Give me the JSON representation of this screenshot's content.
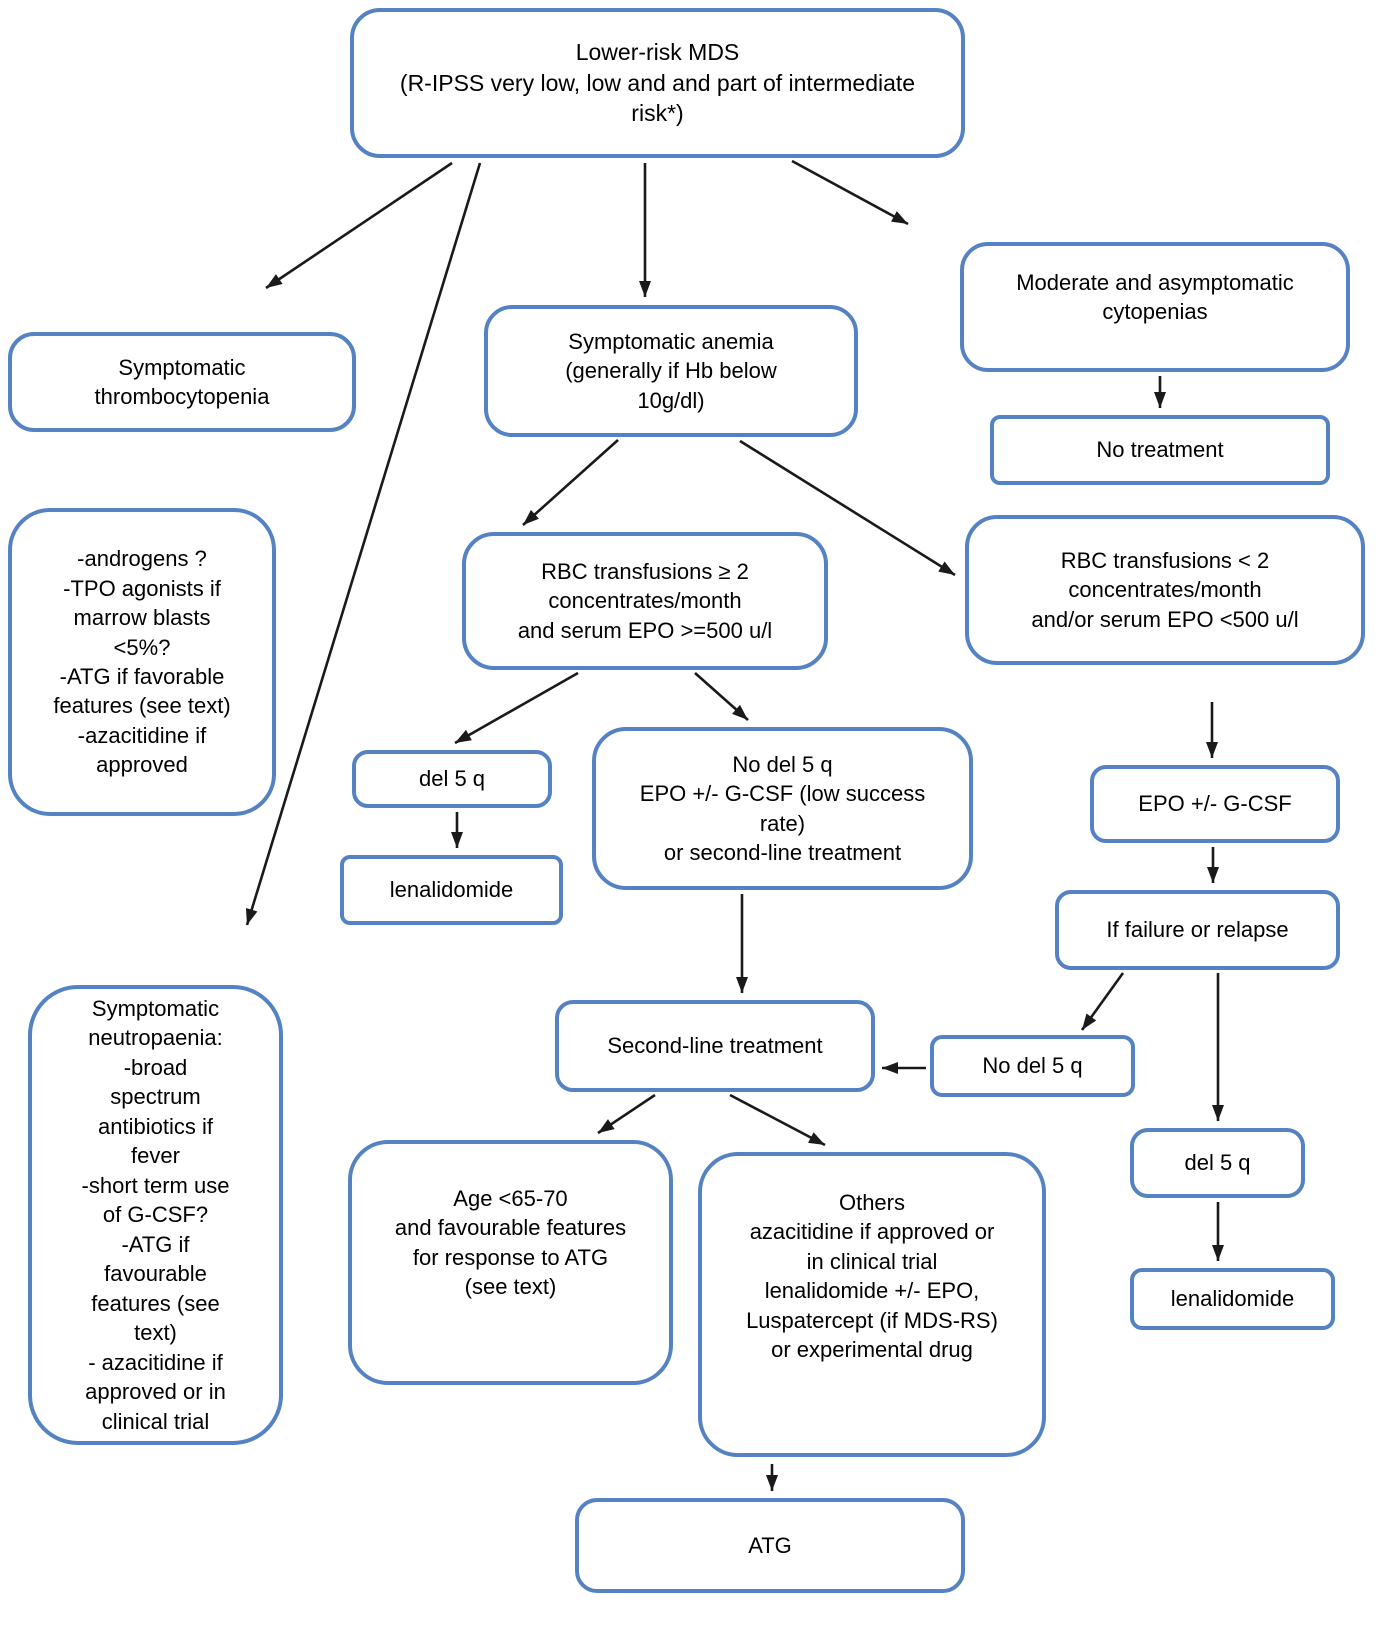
{
  "diagram_type": "flowchart",
  "colors": {
    "box_border": "#5582c3",
    "arrow": "#1a1a1a",
    "text": "#000000",
    "background": "#ffffff"
  },
  "nodes": {
    "top": {
      "label": "Lower-risk MDS\n(R-IPSS very low, low and and part of intermediate\nrisk*)"
    },
    "thrombo": {
      "label": "Symptomatic\nthrombocytopenia"
    },
    "androgens": {
      "label": "-androgens ?\n-TPO agonists if\nmarrow blasts\n<5%?\n-ATG if favorable\nfeatures (see text)\n-azacitidine if\napproved"
    },
    "anemia": {
      "label": "Symptomatic anemia\n(generally if Hb below\n10g/dl)"
    },
    "moderate": {
      "label": "Moderate and asymptomatic\ncytopenias"
    },
    "no_treatment": {
      "label": "No treatment"
    },
    "rbc_ge2": {
      "label": "RBC transfusions ≥ 2\nconcentrates/month\nand serum EPO >=500 u/l"
    },
    "rbc_lt2": {
      "label": "RBC transfusions < 2\nconcentrates/month\nand/or serum EPO <500 u/l"
    },
    "del5q_left": {
      "label": "del 5 q"
    },
    "lenalidomide_left": {
      "label": "lenalidomide"
    },
    "nodel5q_epo": {
      "label": "No del 5 q\nEPO +/- G-CSF (low success\nrate)\nor second-line treatment"
    },
    "epo_gcsf": {
      "label": "EPO +/- G-CSF"
    },
    "if_failure": {
      "label": "If failure or relapse"
    },
    "second_line": {
      "label": "Second-line treatment"
    },
    "nodel5q": {
      "label": "No del 5 q"
    },
    "del5q_right": {
      "label": "del 5 q"
    },
    "lenalidomide_right": {
      "label": "lenalidomide"
    },
    "neutro": {
      "label": "Symptomatic\nneutropaenia:\n-broad\nspectrum\nantibiotics if\nfever\n-short term use\nof G-CSF?\n-ATG if\nfavourable\nfeatures (see\ntext)\n- azacitidine if\napproved or in\nclinical trial"
    },
    "age": {
      "label": "Age <65-70\nand favourable features\nfor response to ATG\n(see text)"
    },
    "others": {
      "label": "Others\nazacitidine if approved or\nin clinical trial\nlenalidomide +/- EPO,\nLuspatercept (if MDS-RS)\nor experimental drug"
    },
    "atg": {
      "label": "ATG"
    }
  },
  "edges": [
    {
      "from": "top",
      "to": "thrombo"
    },
    {
      "from": "top",
      "to": "neutro"
    },
    {
      "from": "top",
      "to": "anemia"
    },
    {
      "from": "top",
      "to": "moderate"
    },
    {
      "from": "anemia",
      "to": "rbc_ge2"
    },
    {
      "from": "anemia",
      "to": "rbc_lt2"
    },
    {
      "from": "rbc_ge2",
      "to": "del5q_left"
    },
    {
      "from": "rbc_ge2",
      "to": "nodel5q_epo"
    },
    {
      "from": "del5q_left",
      "to": "lenalidomide_left"
    },
    {
      "from": "nodel5q_epo",
      "to": "second_line"
    },
    {
      "from": "moderate",
      "to": "no_treatment"
    },
    {
      "from": "rbc_lt2",
      "to": "epo_gcsf"
    },
    {
      "from": "epo_gcsf",
      "to": "if_failure"
    },
    {
      "from": "if_failure",
      "to": "nodel5q"
    },
    {
      "from": "if_failure",
      "to": "del5q_right"
    },
    {
      "from": "nodel5q",
      "to": "second_line"
    },
    {
      "from": "second_line",
      "to": "age"
    },
    {
      "from": "second_line",
      "to": "others"
    },
    {
      "from": "del5q_right",
      "to": "lenalidomide_right"
    },
    {
      "from": "others",
      "to": "atg"
    }
  ]
}
